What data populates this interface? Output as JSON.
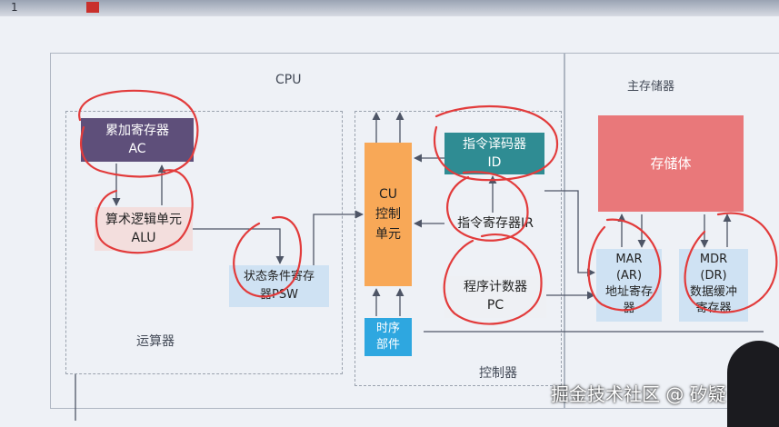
{
  "header": {
    "text": "1"
  },
  "diagram": {
    "cpu_label": "CPU",
    "memory_label": "主存储器",
    "alu_area_label": "运算器",
    "control_area_label": "控制器",
    "ac": {
      "line1": "累加寄存器",
      "line2": "AC"
    },
    "alu": {
      "line1": "算术逻辑单元",
      "line2": "ALU"
    },
    "psw": {
      "line1": "状态条件寄存",
      "line2": "器PSW"
    },
    "cu": {
      "line1": "CU",
      "line2": "控制",
      "line3": "单元"
    },
    "timing": {
      "line1": "时序",
      "line2": "部件"
    },
    "id": {
      "line1": "指令译码器",
      "line2": "ID"
    },
    "ir": {
      "line1": "指令寄存器IR"
    },
    "pc": {
      "line1": "程序计数器",
      "line2": "PC"
    },
    "storage": {
      "line1": "存储体"
    },
    "mar": {
      "line1": "MAR",
      "line2": "(AR)",
      "line3": "地址寄存",
      "line4": "器"
    },
    "mdr": {
      "line1": "MDR",
      "line2": "(DR)",
      "line3": "数据缓冲",
      "line4": "寄存器"
    }
  },
  "watermark": "掘金技术社区 @ 矽疑",
  "colors": {
    "ac": "#5e4f7a",
    "cu": "#f8a857",
    "id": "#2f8c93",
    "storage": "#e9787a",
    "timing": "#2ea7e0",
    "annotation": "#e23b3b"
  }
}
